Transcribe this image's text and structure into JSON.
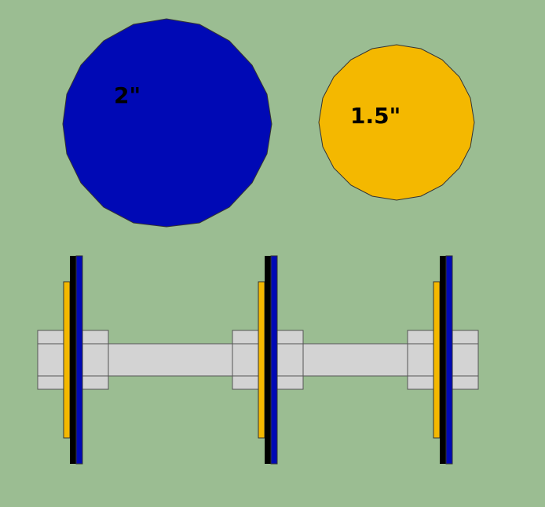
{
  "colors": {
    "background": "#9bbd92",
    "large_disc": "#0009b5",
    "small_disc": "#f4b800",
    "shaft": "#d3d3d3",
    "spacer": "#000000",
    "outline": "#555555"
  },
  "discs": [
    {
      "label": "2\"",
      "diameter_in": 2,
      "color": "#0009b5"
    },
    {
      "label": "1.5\"",
      "diameter_in": 1.5,
      "color": "#f4b800"
    }
  ]
}
